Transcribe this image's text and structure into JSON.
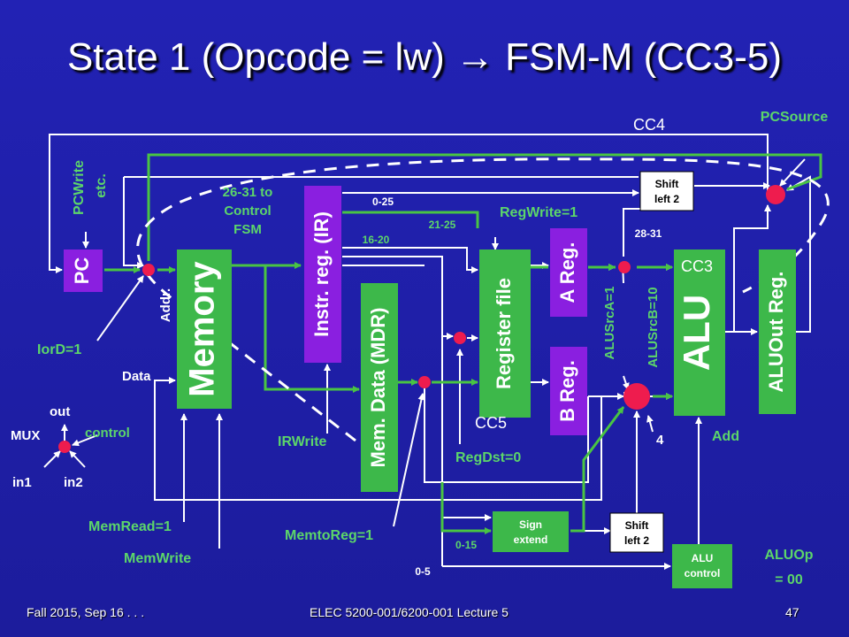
{
  "title": "State 1 (Opcode = lw) → FSM-M (CC3-5)",
  "footer": {
    "left": "Fall 2015, Sep 16 . . .",
    "center": "ELEC 5200-001/6200-001 Lecture 5",
    "page": "47"
  },
  "colors": {
    "background": "#1f1fa6",
    "block_purple": "#8a1fe0",
    "block_green": "#3db84a",
    "wire_green": "#49c443",
    "wire_white": "#ffffff",
    "mux_red": "#ee1c4e",
    "label_green": "#5cd66a"
  },
  "blocks": {
    "pc": "PC",
    "memory": "Memory",
    "ir": "Instr. reg. (IR)",
    "mdr": "Mem. Data (MDR)",
    "regfile": "Register file",
    "areg": "A Reg.",
    "breg": "B Reg.",
    "alu": "ALU",
    "aluout": "ALUOut Reg.",
    "shift_top": [
      "Shift",
      "left 2"
    ],
    "sign_extend": [
      "Sign",
      "extend"
    ],
    "shift_bottom": [
      "Shift",
      "left 2"
    ],
    "alu_control": [
      "ALU",
      "control"
    ]
  },
  "labels": {
    "pcwrite": "PCWrite",
    "etc": "etc.",
    "addr": "Addr.",
    "data": "Data",
    "iord": "IorD=1",
    "to_control": [
      "26-31 to",
      "Control",
      "FSM"
    ],
    "bits_0_25": "0-25",
    "bits_16_20": "16-20",
    "bits_21_25": "21-25",
    "bits_28_31": "28-31",
    "bits_0_15": "0-15",
    "bits_0_5": "0-5",
    "regwrite": "RegWrite=1",
    "regdst": "RegDst=0",
    "irwrite": "IRWrite",
    "memread": "MemRead=1",
    "memwrite": "MemWrite",
    "memtoreg": "MemtoReg=1",
    "alusrca": "ALUSrcA=1",
    "alusrcb": "ALUSrcB=10",
    "four": "4",
    "add": "Add",
    "aluop": [
      "ALUOp",
      "= 00"
    ],
    "pcsource": "PCSource",
    "cc3": "CC3",
    "cc4": "CC4",
    "cc5": "CC5"
  },
  "legend": {
    "out": "out",
    "mux": "MUX",
    "control": "control",
    "in1": "in1",
    "in2": "in2"
  }
}
